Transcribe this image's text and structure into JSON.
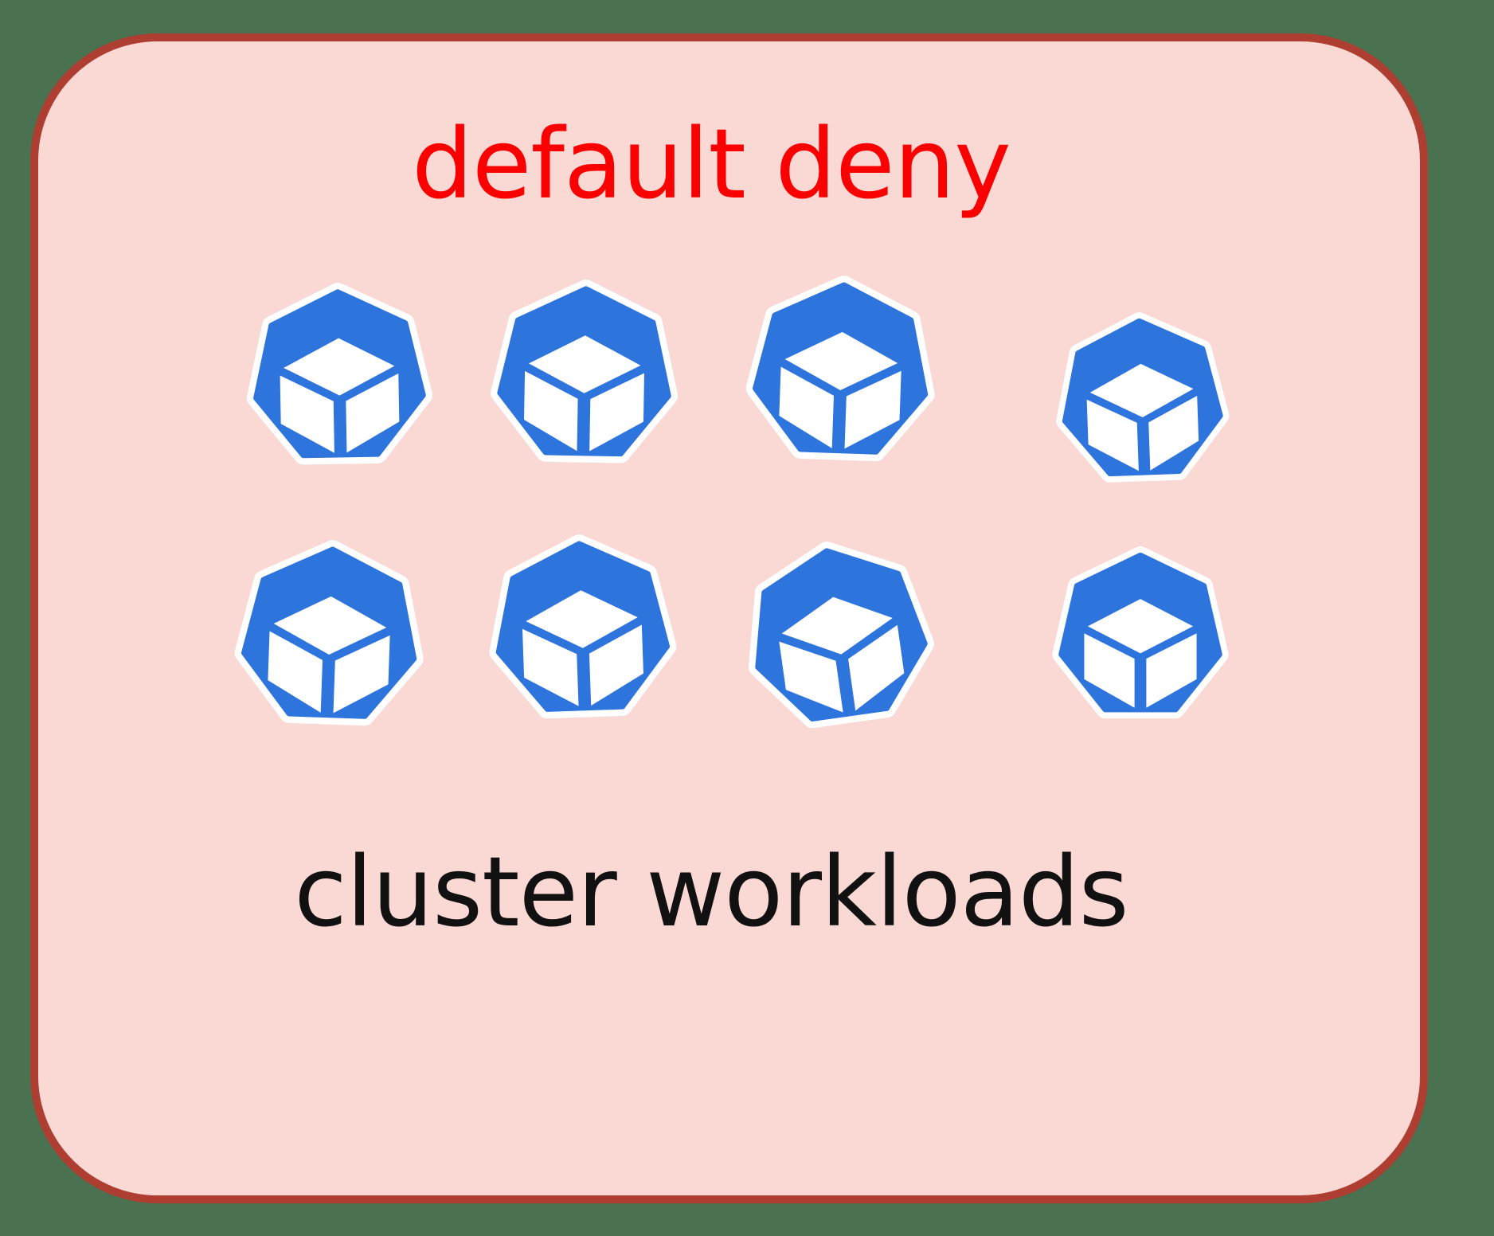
{
  "zone": {
    "title": "default deny",
    "caption": "cluster workloads"
  },
  "pods": {
    "count": 8,
    "rows": 2,
    "columns": 4,
    "icon": "kubernetes-pod-icon"
  },
  "colors": {
    "background": "#4a7150",
    "zone-fill": "#fad8d3",
    "zone-border": "#ad3e31",
    "title-red": "#fb0000",
    "pod-blue": "#2e74dd",
    "pod-white": "#ffffff",
    "caption-black": "#111111"
  }
}
